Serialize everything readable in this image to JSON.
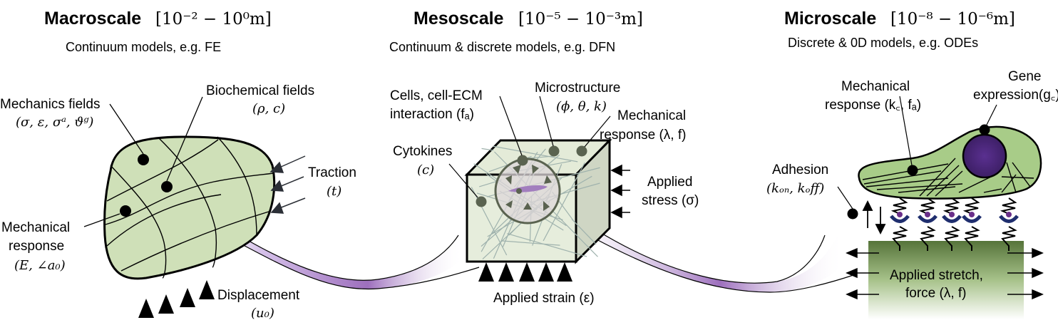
{
  "colors": {
    "tissue_fill": "#cfe0b8",
    "cube_front": "#e6eddc",
    "cube_side": "#cfd6c4",
    "fiber": "#9fb2ad",
    "marker_dark": "#5a6350",
    "cell_fill": "#a8cc88",
    "nucleus": "#4a2878",
    "integrin": "#1f2e6e",
    "ligand": "#6a2f8a",
    "substrate_top": "#5b7a3e",
    "substrate_bottom": "#ffffff",
    "ribbon": "#a37bc0",
    "traction_arrow": "#2b2f36"
  },
  "panels": {
    "macro": {
      "title": "Macroscale",
      "range": "[10⁻² − 10⁰m]",
      "subtitle": "Continuum models, e.g. FE",
      "labels": {
        "mechanics_fields": "Mechanics fields",
        "mechanics_fields_sym": "(σ, ε, σᵃ, ϑᵍ)",
        "biochemical_fields": "Biochemical fields",
        "biochemical_fields_sym": "(ρ, c)",
        "traction": "Traction",
        "traction_sym": "(t)",
        "mech_response_l1": "Mechanical",
        "mech_response_l2": "response",
        "mech_response_sym": "(E, ∠a₀)",
        "displacement": "Displacement",
        "displacement_sym": "(u₀)"
      }
    },
    "meso": {
      "title": "Mesoscale",
      "range": "[10⁻⁵ − 10⁻³m]",
      "subtitle": "Continuum & discrete models, e.g. DFN",
      "labels": {
        "cells_l1": "Cells, cell-ECM",
        "cells_l2": "interaction (fₐ)",
        "microstructure": "Microstructure",
        "microstructure_sym": "(ϕ, θ, k)",
        "mech_response_l1": "Mechanical",
        "mech_response_l2": "response (λ, f)",
        "cytokines": "Cytokines",
        "cytokines_sym": "(c)",
        "applied_stress_l1": "Applied",
        "applied_stress_l2": "stress (σ)",
        "applied_strain": "Applied strain (ε)"
      }
    },
    "micro": {
      "title": "Microscale",
      "range": "[10⁻⁸ − 10⁻⁶m]",
      "subtitle": "Discrete & 0D models, e.g. ODEs",
      "labels": {
        "mech_response_l1": "Mechanical",
        "mech_response_l2": "response (k꜀, fₐ)",
        "gene_l1": "Gene",
        "gene_l2": "expression(g꜀)",
        "adhesion": "Adhesion",
        "adhesion_sym": "(kₒₙ, kₒff)",
        "stretch_l1": "Applied stretch,",
        "stretch_l2": "force (λ, f)"
      }
    }
  }
}
